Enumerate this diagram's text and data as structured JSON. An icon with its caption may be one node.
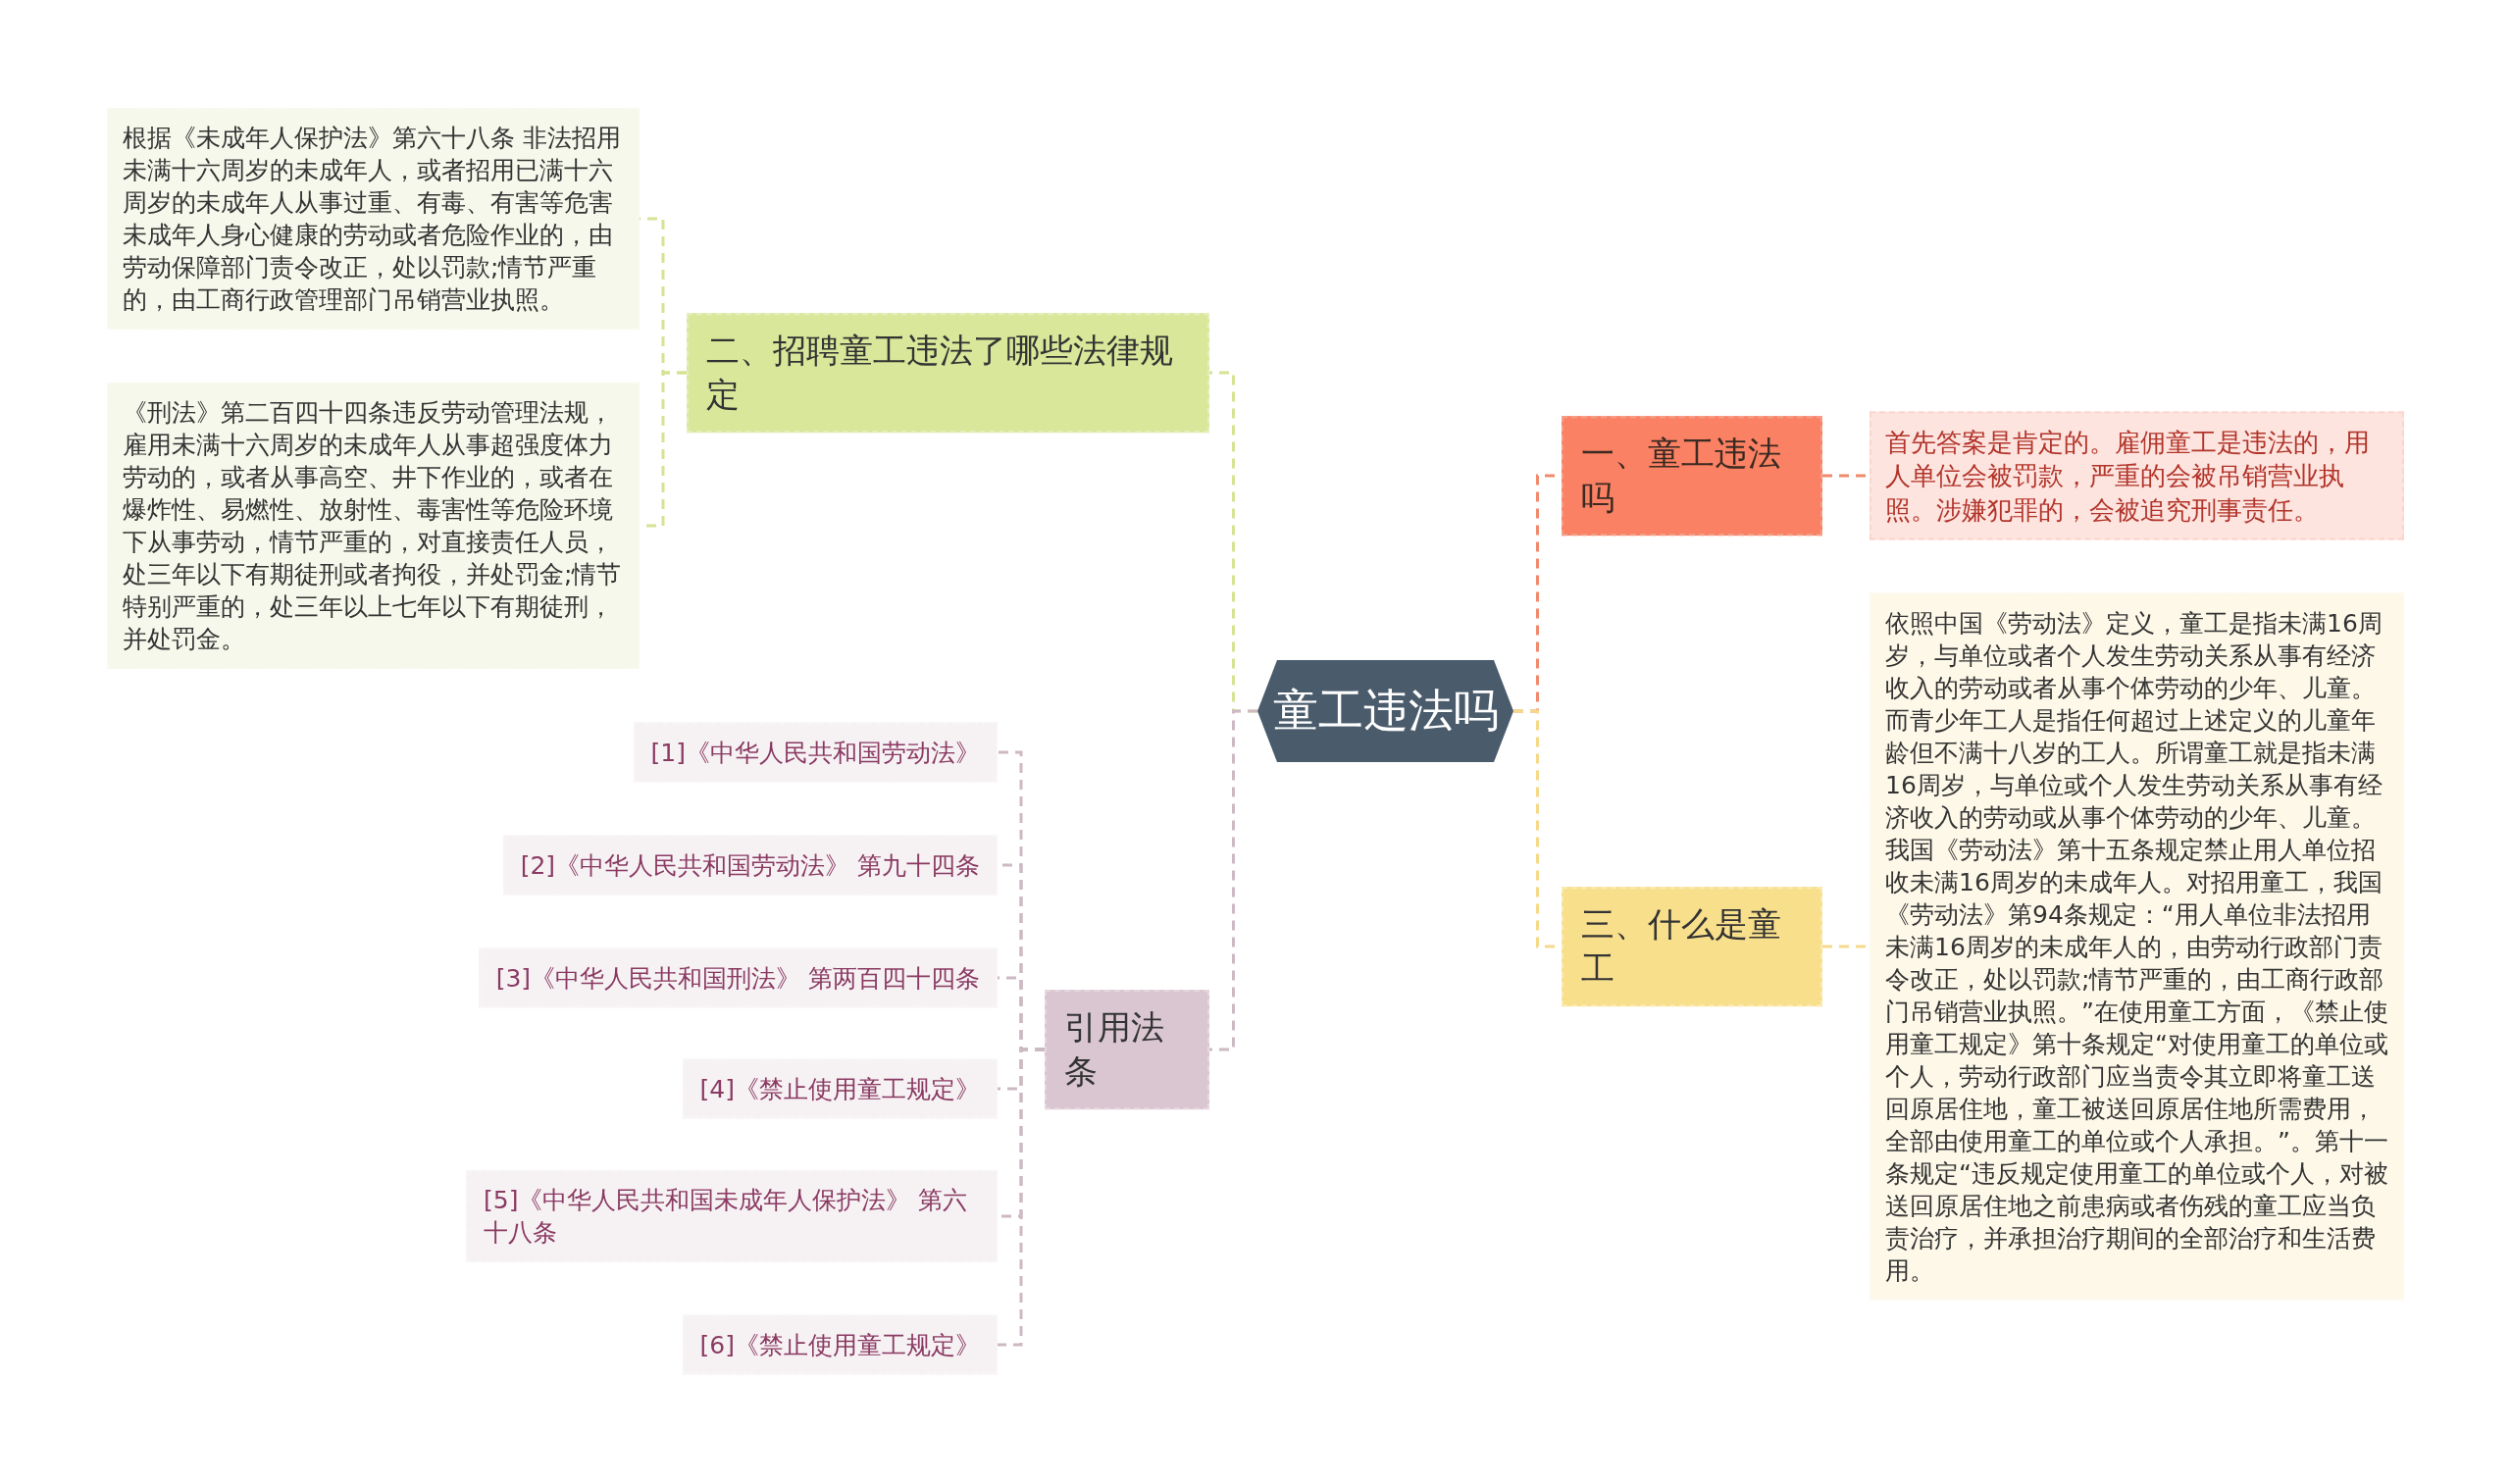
{
  "diagram": {
    "nodes": [
      {
        "text": [
          "童工违法吗"
        ]
      },
      {
        "text": [
          "一、童工违法吗"
        ]
      },
      {
        "text": [
          "首先答案是肯定的。雇佣童工是违法的，用人单位会被罚款，严重的会被吊销营业执照。涉嫌犯罪的，会被追究刑事责任。"
        ]
      },
      {
        "text": [
          "二、招聘童工违法了哪些法律规定"
        ]
      },
      {
        "text": [
          "根据《未成年人保护法》第六十八条 非法招用未满十六周岁的未成年人，或者招用已满十六周岁的未成年人从事过重、有毒、有害等危害未成年人身心健康的劳动或者危险作业的，由劳动保障部门责令改正，处以罚款;情节严重的，由工商行政管理部门吊销营业执照。"
        ]
      },
      {
        "text": [
          "《刑法》第二百四十四条违反劳动管理法规，雇用未满十六周岁的未成年人从事超强度体力劳动的，或者从事高空、井下作业的，或者在爆炸性、易燃性、放射性、毒害性等危险环境下从事劳动，情节严重的，对直接责任人员，处三年以下有期徒刑或者拘役，并处罚金;情节特别严重的，处三年以上七年以下有期徒刑，并处罚金。"
        ]
      },
      {
        "text": [
          "三、什么是童工"
        ]
      },
      {
        "text": [
          "依照中国《劳动法》定义，童工是指未满16周岁，与单位或者个人发生劳动关系从事有经济收入的劳动或者从事个体劳动的少年、儿童。而青少年工人是指任何超过上述定义的儿童年龄但不满十八岁的工人。所谓童工就是指未满16周岁，与单位或个人发生劳动关系从事有经济收入的劳动或从事个体劳动的少年、儿童。我国《劳动法》第十五条规定禁止用人单位招收未满16周岁的未成年人。对招用童工，我国《劳动法》第94条规定：“用人单位非法招用未满16周岁的未成年人的，由劳动行政部门责令改正，处以罚款;情节严重的，由工商行政部门吊销营业执照。”在使用童工方面，《禁止使用童工规定》第十条规定“对使用童工的单位或个人，劳动行政部门应当责令其立即将童工送回原居住地，童工被送回原居住地所需费用，全部由使用童工的单位或个人承担。”。第十一条规定“违反规定使用童工的单位或个人，对被送回原居住地之前患病或者伤残的童工应当负责治疗，并承担治疗期间的全部治疗和生活费用。"
        ]
      },
      {
        "text": [
          "引用法条"
        ]
      },
      {
        "text": [
          "[1]《中华人民共和国劳动法》"
        ]
      },
      {
        "text": [
          "[2]《中华人民共和国劳动法》 第九十四条"
        ]
      },
      {
        "text": [
          "[3]《中华人民共和国刑法》 第两百四十四条"
        ]
      },
      {
        "text": [
          "[4]《禁止使用童工规定》"
        ]
      },
      {
        "text": [
          "[5]《中华人民共和国未成年人保护法》 第六十八条"
        ]
      },
      {
        "text": [
          "[6]《禁止使用童工规定》"
        ]
      }
    ],
    "edges": [
      {
        "from": 0,
        "to": 1,
        "arrow": "none",
        "style": "dashed",
        "color": "#f08a6e"
      },
      {
        "from": 1,
        "to": 2,
        "arrow": "none",
        "style": "dashed",
        "color": "#f08a6e"
      },
      {
        "from": 0,
        "to": 3,
        "arrow": "none",
        "style": "dashed",
        "color": "#d5e394"
      },
      {
        "from": 3,
        "to": 4,
        "arrow": "none",
        "style": "dashed",
        "color": "#d5e394"
      },
      {
        "from": 3,
        "to": 5,
        "arrow": "none",
        "style": "dashed",
        "color": "#d5e394"
      },
      {
        "from": 0,
        "to": 6,
        "arrow": "none",
        "style": "dashed",
        "color": "#f5d98a"
      },
      {
        "from": 6,
        "to": 7,
        "arrow": "none",
        "style": "dashed",
        "color": "#f5d98a"
      },
      {
        "from": 0,
        "to": 8,
        "arrow": "none",
        "style": "dashed",
        "color": "#cdb9c4"
      },
      {
        "from": 8,
        "to": 9,
        "arrow": "none",
        "style": "dashed",
        "color": "#cdb9c4"
      },
      {
        "from": 8,
        "to": 10,
        "arrow": "none",
        "style": "dashed",
        "color": "#cdb9c4"
      },
      {
        "from": 8,
        "to": 11,
        "arrow": "none",
        "style": "dashed",
        "color": "#cdb9c4"
      },
      {
        "from": 8,
        "to": 12,
        "arrow": "none",
        "style": "dashed",
        "color": "#cdb9c4"
      },
      {
        "from": 8,
        "to": 13,
        "arrow": "none",
        "style": "dashed",
        "color": "#cdb9c4"
      },
      {
        "from": 8,
        "to": 14,
        "arrow": "none",
        "style": "dashed",
        "color": "#cdb9c4"
      }
    ]
  }
}
